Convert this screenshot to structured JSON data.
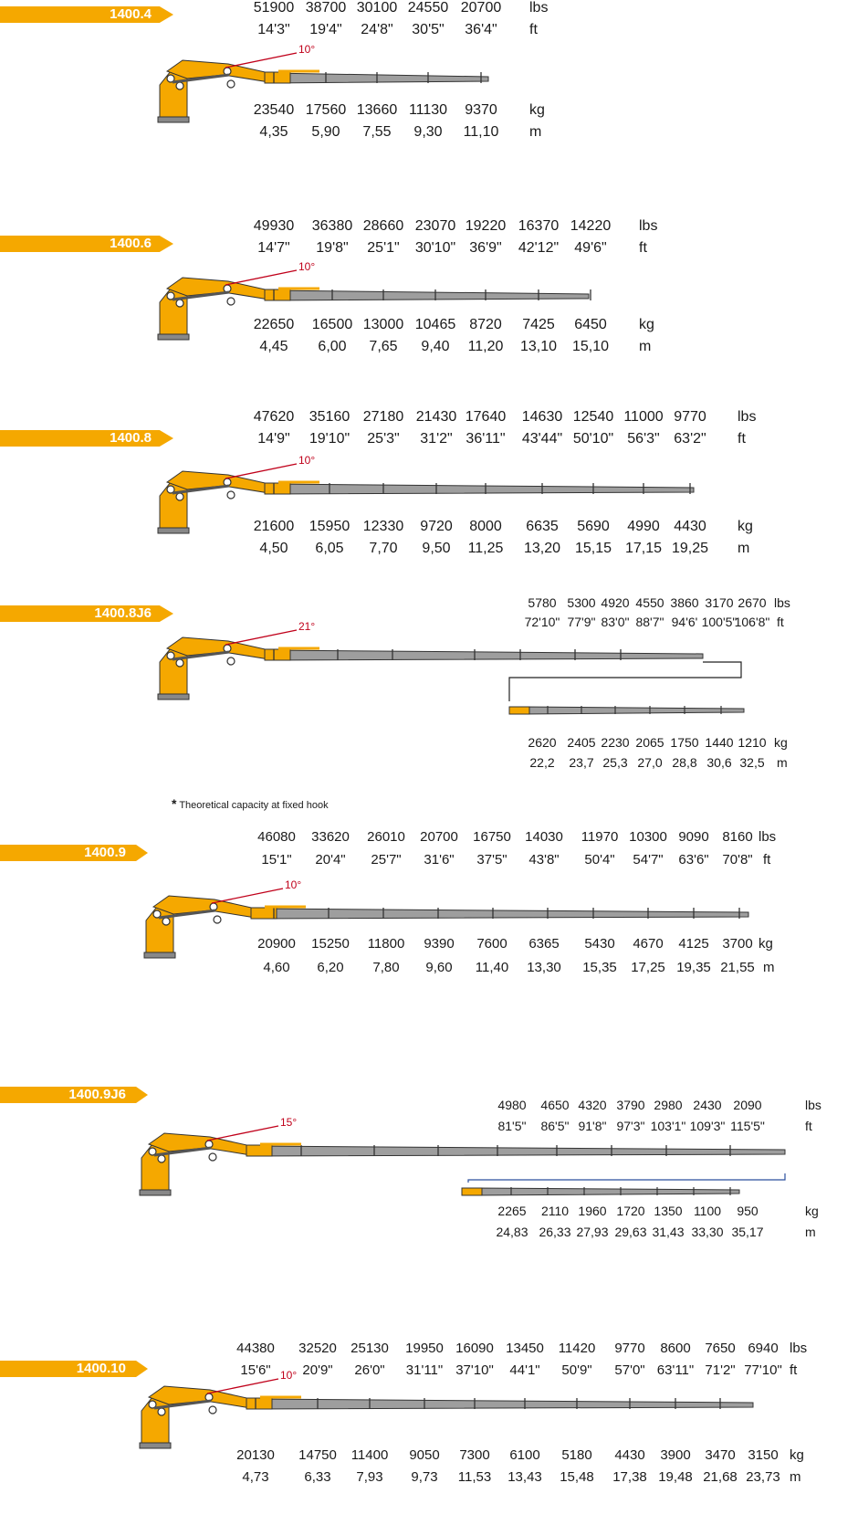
{
  "colors": {
    "accent": "#f5a800",
    "boom": "#9e9e9e",
    "angle_line": "#c0001a",
    "jib_link": "#2b4f9e"
  },
  "note": {
    "star": "*",
    "text": "Theoretical capacity at fixed hook"
  },
  "models": [
    {
      "name": "1400.4",
      "lbs": [
        "51900",
        "38700",
        "30100",
        "24550",
        "20700"
      ],
      "lbs_unit": "lbs",
      "ft": [
        "14'3\"",
        "19'4\"",
        "24'8\"",
        "30'5\"",
        "36'4\""
      ],
      "ft_unit": "ft",
      "kg": [
        "23540",
        "17560",
        "13660",
        "11130",
        "9370"
      ],
      "kg_unit": "kg",
      "m": [
        "4,35",
        "5,90",
        "7,55",
        "9,30",
        "11,10"
      ],
      "m_unit": "m",
      "angle": "10°"
    },
    {
      "name": "1400.6",
      "lbs": [
        "49930",
        "36380",
        "28660",
        "23070",
        "19220",
        "16370",
        "14220"
      ],
      "lbs_unit": "lbs",
      "ft": [
        "14'7\"",
        "19'8\"",
        "25'1\"",
        "30'10\"",
        "36'9\"",
        "42'12\"",
        "49'6\""
      ],
      "ft_unit": "ft",
      "kg": [
        "22650",
        "16500",
        "13000",
        "10465",
        "8720",
        "7425",
        "6450"
      ],
      "kg_unit": "kg",
      "m": [
        "4,45",
        "6,00",
        "7,65",
        "9,40",
        "11,20",
        "13,10",
        "15,10"
      ],
      "m_unit": "m",
      "angle": "10°"
    },
    {
      "name": "1400.8",
      "lbs": [
        "47620",
        "35160",
        "27180",
        "21430",
        "17640",
        "14630",
        "12540",
        "11000",
        "9770"
      ],
      "lbs_unit": "lbs",
      "ft": [
        "14'9\"",
        "19'10\"",
        "25'3\"",
        "31'2\"",
        "36'11\"",
        "43'44\"",
        "50'10\"",
        "56'3\"",
        "63'2\""
      ],
      "ft_unit": "ft",
      "kg": [
        "21600",
        "15950",
        "12330",
        "9720",
        "8000",
        "6635",
        "5690",
        "4990",
        "4430"
      ],
      "kg_unit": "kg",
      "m": [
        "4,50",
        "6,05",
        "7,70",
        "9,50",
        "11,25",
        "13,20",
        "15,15",
        "17,15",
        "19,25"
      ],
      "m_unit": "m",
      "angle": "10°"
    },
    {
      "name": "1400.8J6",
      "lbs": [
        "5780",
        "5300",
        "4920",
        "4550",
        "3860",
        "3170",
        "2670"
      ],
      "lbs_unit": "lbs",
      "ft": [
        "72'10\"",
        "77'9\"",
        "83'0\"",
        "88'7\"",
        "94'6'",
        "100'5\"",
        "106'8\""
      ],
      "ft_unit": "ft",
      "kg": [
        "2620",
        "2405",
        "2230",
        "2065",
        "1750",
        "1440",
        "1210"
      ],
      "kg_unit": "kg",
      "m": [
        "22,2",
        "23,7",
        "25,3",
        "27,0",
        "28,8",
        "30,6",
        "32,5"
      ],
      "m_unit": "m",
      "angle": "21°"
    },
    {
      "name": "1400.9",
      "lbs": [
        "46080",
        "33620",
        "26010",
        "20700",
        "16750",
        "14030",
        "11970",
        "10300",
        "9090",
        "8160"
      ],
      "lbs_unit": "lbs",
      "ft": [
        "15'1\"",
        "20'4\"",
        "25'7\"",
        "31'6\"",
        "37'5\"",
        "43'8\"",
        "50'4\"",
        "54'7\"",
        "63'6\"",
        "70'8\""
      ],
      "ft_unit": "ft",
      "kg": [
        "20900",
        "15250",
        "11800",
        "9390",
        "7600",
        "6365",
        "5430",
        "4670",
        "4125",
        "3700"
      ],
      "kg_unit": "kg",
      "m": [
        "4,60",
        "6,20",
        "7,80",
        "9,60",
        "11,40",
        "13,30",
        "15,35",
        "17,25",
        "19,35",
        "21,55"
      ],
      "m_unit": "m",
      "angle": "10°"
    },
    {
      "name": "1400.9J6",
      "lbs": [
        "4980",
        "4650",
        "4320",
        "3790",
        "2980",
        "2430",
        "2090"
      ],
      "lbs_unit": "lbs",
      "ft": [
        "81'5\"",
        "86'5\"",
        "91'8\"",
        "97'3\"",
        "103'1\"",
        "109'3\"",
        "115'5\""
      ],
      "ft_unit": "ft",
      "kg": [
        "2265",
        "2110",
        "1960",
        "1720",
        "1350",
        "1100",
        "950"
      ],
      "kg_unit": "kg",
      "m": [
        "24,83",
        "26,33",
        "27,93",
        "29,63",
        "31,43",
        "33,30",
        "35,17"
      ],
      "m_unit": "m",
      "angle": "15°"
    },
    {
      "name": "1400.10",
      "lbs": [
        "44380",
        "32520",
        "25130",
        "19950",
        "16090",
        "13450",
        "11420",
        "9770",
        "8600",
        "7650",
        "6940"
      ],
      "lbs_unit": "lbs",
      "ft": [
        "15'6\"",
        "20'9\"",
        "26'0\"",
        "31'11\"",
        "37'10\"",
        "44'1\"",
        "50'9\"",
        "57'0\"",
        "63'11\"",
        "71'2\"",
        "77'10\""
      ],
      "ft_unit": "ft",
      "kg": [
        "20130",
        "14750",
        "11400",
        "9050",
        "7300",
        "6100",
        "5180",
        "4430",
        "3900",
        "3470",
        "3150"
      ],
      "kg_unit": "kg",
      "m": [
        "4,73",
        "6,33",
        "7,93",
        "9,73",
        "11,53",
        "13,43",
        "15,48",
        "17,38",
        "19,48",
        "21,68",
        "23,73"
      ],
      "m_unit": "m",
      "angle": "10°"
    }
  ]
}
